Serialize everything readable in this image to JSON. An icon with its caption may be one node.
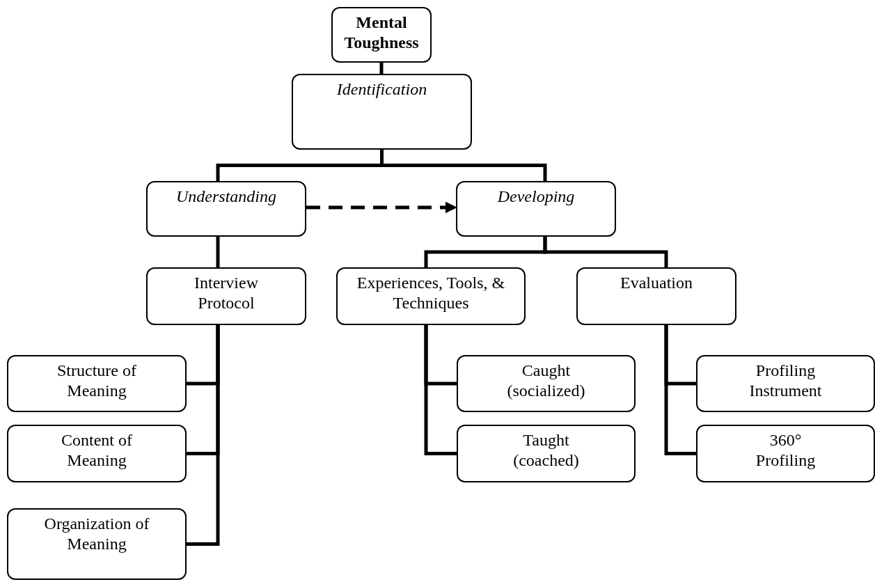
{
  "diagram": {
    "nodes": [
      {
        "text": [
          "Mental Toughness"
        ]
      },
      {
        "text": [
          "Identification"
        ]
      },
      {
        "text": [
          "Understanding"
        ]
      },
      {
        "text": [
          "Developing"
        ]
      },
      {
        "text": [
          "Interview Protocol"
        ]
      },
      {
        "text": [
          "Experiences, Tools, & Techniques"
        ]
      },
      {
        "text": [
          "Evaluation"
        ]
      },
      {
        "text": [
          "Structure of Meaning"
        ]
      },
      {
        "text": [
          "Content of Meaning"
        ]
      },
      {
        "text": [
          "Organization of Meaning"
        ]
      },
      {
        "text": [
          "Caught (socialized)"
        ]
      },
      {
        "text": [
          "Taught (coached)"
        ]
      },
      {
        "text": [
          "Profiling Instrument"
        ]
      },
      {
        "text": [
          "360° Profiling"
        ]
      }
    ],
    "edges": [
      {
        "from": 0,
        "to": 1,
        "arrow": "none"
      },
      {
        "from": 1,
        "to": 2,
        "arrow": "none"
      },
      {
        "from": 1,
        "to": 3,
        "arrow": "none"
      },
      {
        "from": 2,
        "to": 3,
        "arrow": "to",
        "style": "dashed"
      },
      {
        "from": 2,
        "to": 4,
        "arrow": "none"
      },
      {
        "from": 3,
        "to": 5,
        "arrow": "none"
      },
      {
        "from": 3,
        "to": 6,
        "arrow": "none"
      },
      {
        "from": 4,
        "to": 7,
        "arrow": "none"
      },
      {
        "from": 4,
        "to": 8,
        "arrow": "none"
      },
      {
        "from": 4,
        "to": 9,
        "arrow": "none"
      },
      {
        "from": 5,
        "to": 10,
        "arrow": "none"
      },
      {
        "from": 5,
        "to": 11,
        "arrow": "none"
      },
      {
        "from": 6,
        "to": 12,
        "arrow": "none"
      },
      {
        "from": 6,
        "to": 13,
        "arrow": "none"
      }
    ]
  }
}
